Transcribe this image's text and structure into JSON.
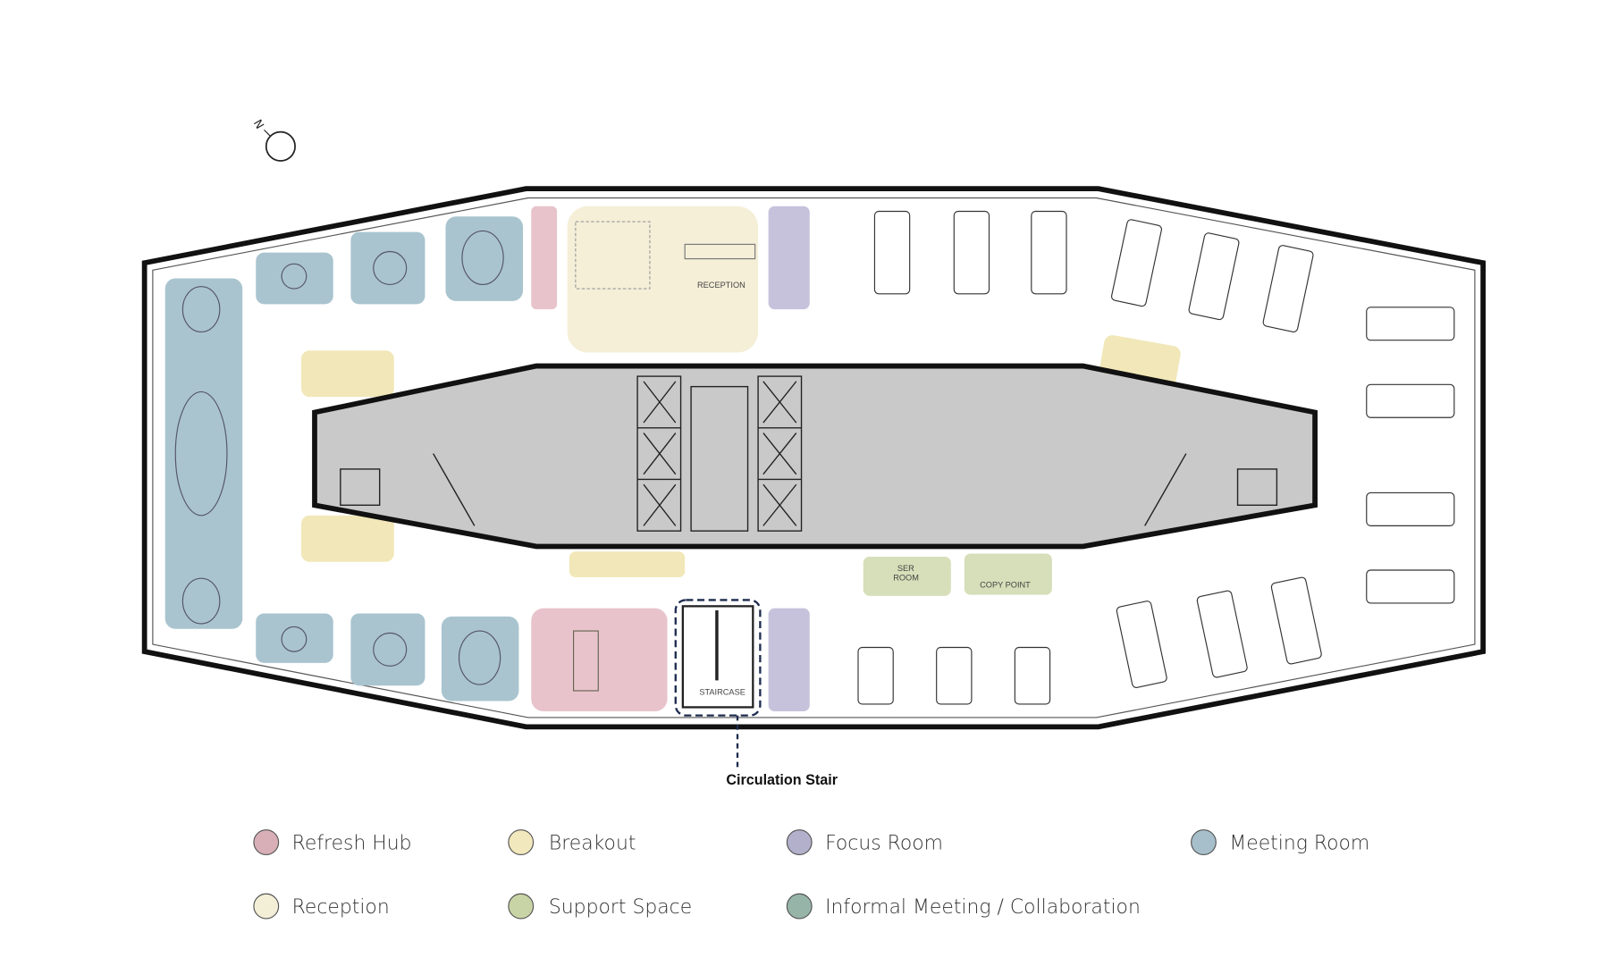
{
  "north_label": "N",
  "room_labels": {
    "reception": "RECEPTION",
    "ser_room_1": "SER",
    "ser_room_2": "ROOM",
    "copy_point": "COPY POINT",
    "staircase": "STAIRCASE"
  },
  "callout": "Circulation Stair",
  "legend": [
    {
      "label": "Refresh Hub",
      "color": "#d8afb7"
    },
    {
      "label": "Breakout",
      "color": "#f2e8bd"
    },
    {
      "label": "Focus Room",
      "color": "#b3b0cb"
    },
    {
      "label": "Meeting Room",
      "color": "#a6bfca"
    },
    {
      "label": "Reception",
      "color": "#f3eed6"
    },
    {
      "label": "Support Space",
      "color": "#c9d4a6"
    },
    {
      "label": "Informal Meeting / Collaboration",
      "color": "#97b4a9"
    }
  ],
  "colors": {
    "meeting": "#a9c4cf",
    "refresh": "#e8c3cb",
    "reception": "#f5efd8",
    "focus": "#c6c2dc",
    "breakout": "#f1e7b8",
    "support": "#d6dfb9",
    "core": "#c9c9c9",
    "stair_dash": "#1d2b4f"
  }
}
